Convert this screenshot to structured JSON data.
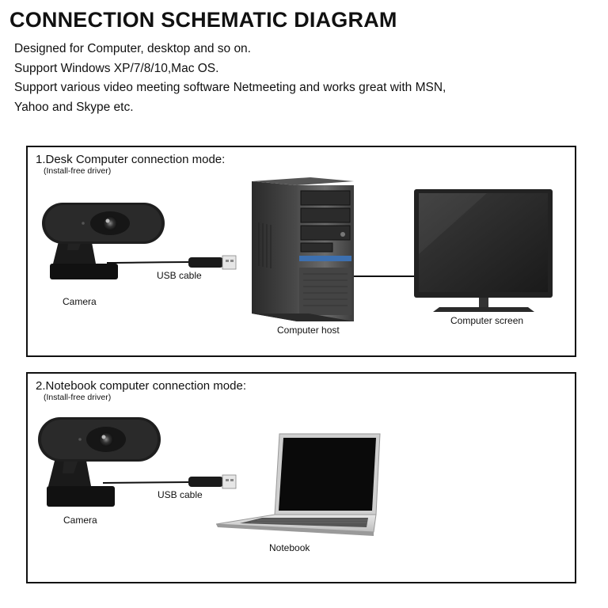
{
  "title": "CONNECTION SCHEMATIC DIAGRAM",
  "description": [
    "Designed for Computer, desktop and so on.",
    "Support Windows XP/7/8/10,Mac OS.",
    "Support various video meeting software Netmeeting and works great with MSN,",
    "Yahoo and Skype etc."
  ],
  "panels": [
    {
      "heading": "1.Desk Computer connection mode:",
      "note": "(Install-free driver)",
      "labels": {
        "camera": "Camera",
        "cable": "USB cable",
        "host": "Computer host",
        "screen": "Computer screen"
      }
    },
    {
      "heading": "2.Notebook computer connection mode:",
      "note": "(Install-free driver)",
      "labels": {
        "camera": "Camera",
        "cable": "USB cable",
        "notebook": "Notebook"
      }
    }
  ]
}
